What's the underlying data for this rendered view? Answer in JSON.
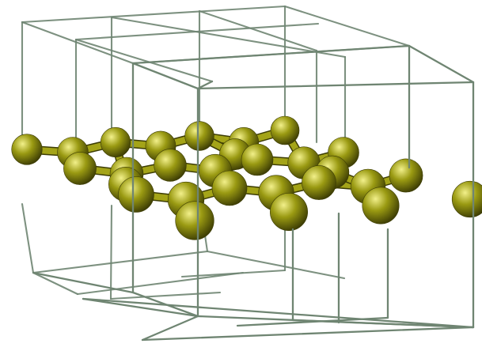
{
  "structure": {
    "kind": "periodic atomic lattice with unit-cell wireframe",
    "atom_color": "#9a9a12",
    "atom_highlight": "#f2f08a",
    "atom_shadow": "#3c3c04",
    "bond_color": "#a4a418",
    "cell_line_color": "#6f8572",
    "background": "#ffffff",
    "atom_count": 28,
    "bond_count": 32,
    "cell_box_count": 6
  }
}
